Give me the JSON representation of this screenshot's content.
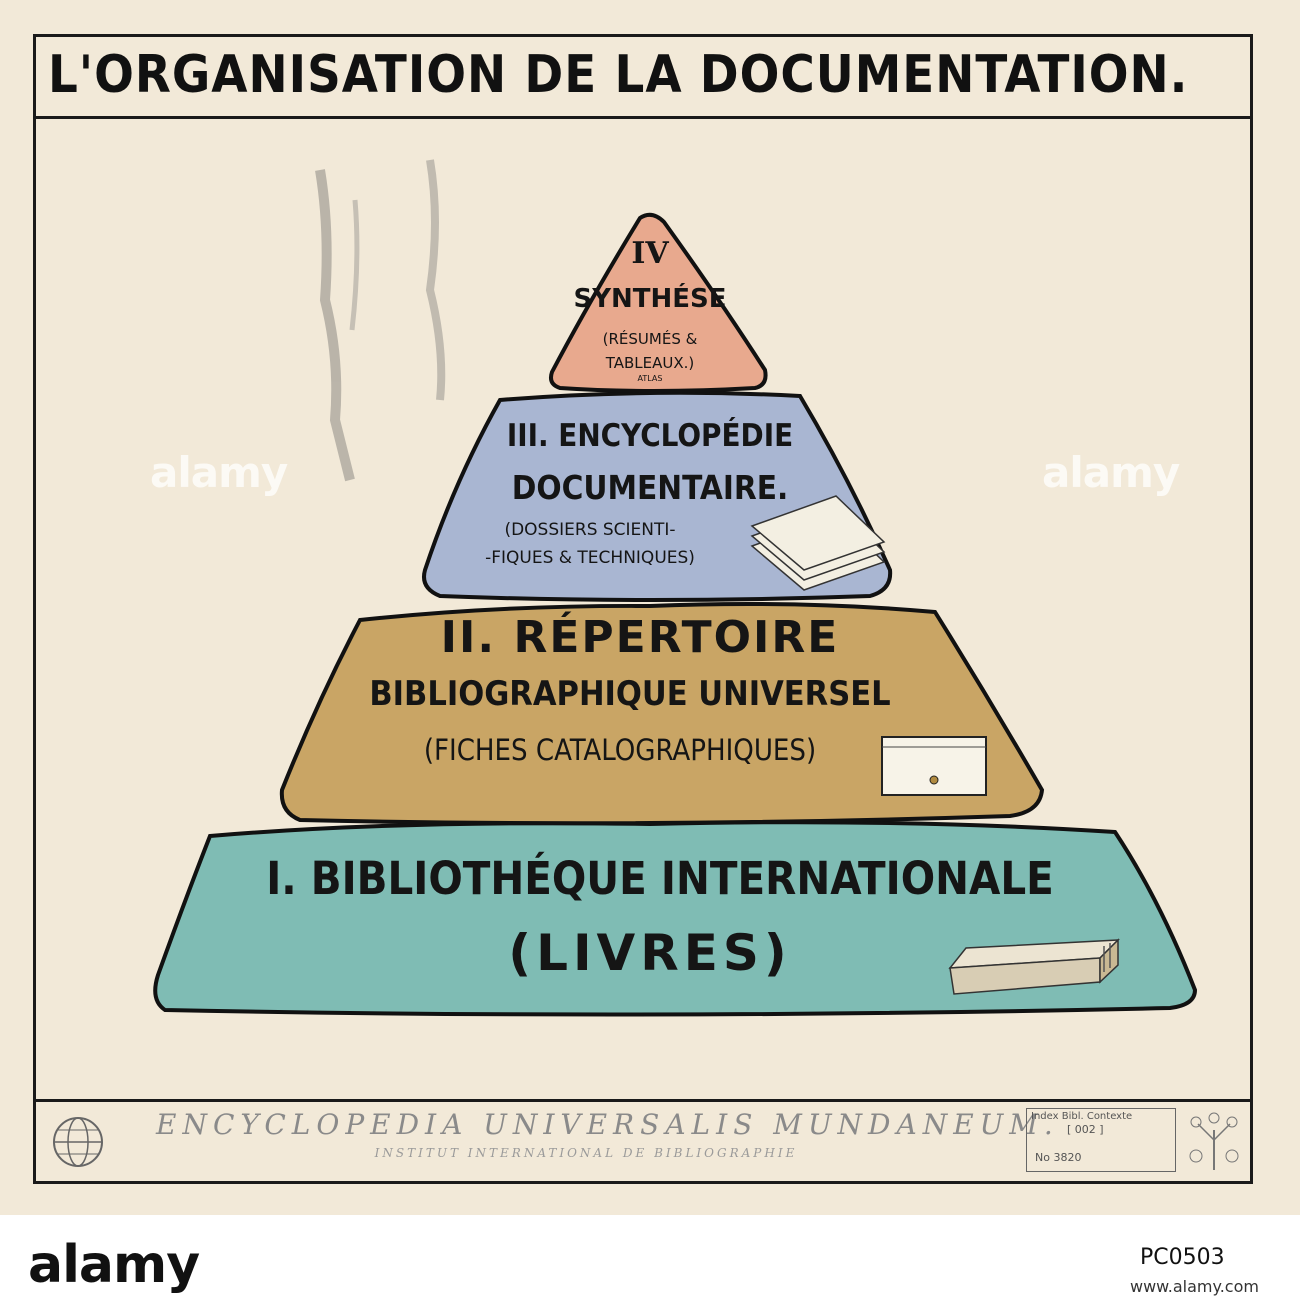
{
  "title": "L'ORGANISATION DE LA DOCUMENTATION.",
  "pyramid": {
    "tier4": {
      "numeral": "IV",
      "name": "SYNTHÉSE",
      "note_line1": "(RÉSUMÉS &",
      "note_line2": "TABLEAUX.)",
      "note_line3": "ATLAS",
      "color": "#e8a98e"
    },
    "tier3": {
      "line1": "III. ENCYCLOPÉDIE",
      "line2": "DOCUMENTAIRE.",
      "note_line1": "(DOSSIERS SCIENTI-",
      "note_line2": "-FIQUES & TECHNIQUES)",
      "color": "#a9b6d2"
    },
    "tier2": {
      "line1": "II. RÉPERTOIRE",
      "line2": "BIBLIOGRAPHIQUE UNIVERSEL",
      "line3": "(FICHES CATALOGRAPHIQUES)",
      "color": "#c9a565"
    },
    "tier1": {
      "line1": "I. BIBLIOTHÉQUE INTERNATIONALE",
      "line2": "(LIVRES)",
      "color": "#7fbcb4"
    }
  },
  "footer": {
    "main": "ENCYCLOPEDIA UNIVERSALIS MUNDANEUM.",
    "sub": "INSTITUT INTERNATIONAL DE BIBLIOGRAPHIE",
    "code1": "Index Bibl. Contexte",
    "code2": "[ 002 ]",
    "code3": "No 3820"
  },
  "watermark": {
    "brand": "alamy",
    "image_id": "PC0503",
    "url": "www.alamy.com"
  }
}
